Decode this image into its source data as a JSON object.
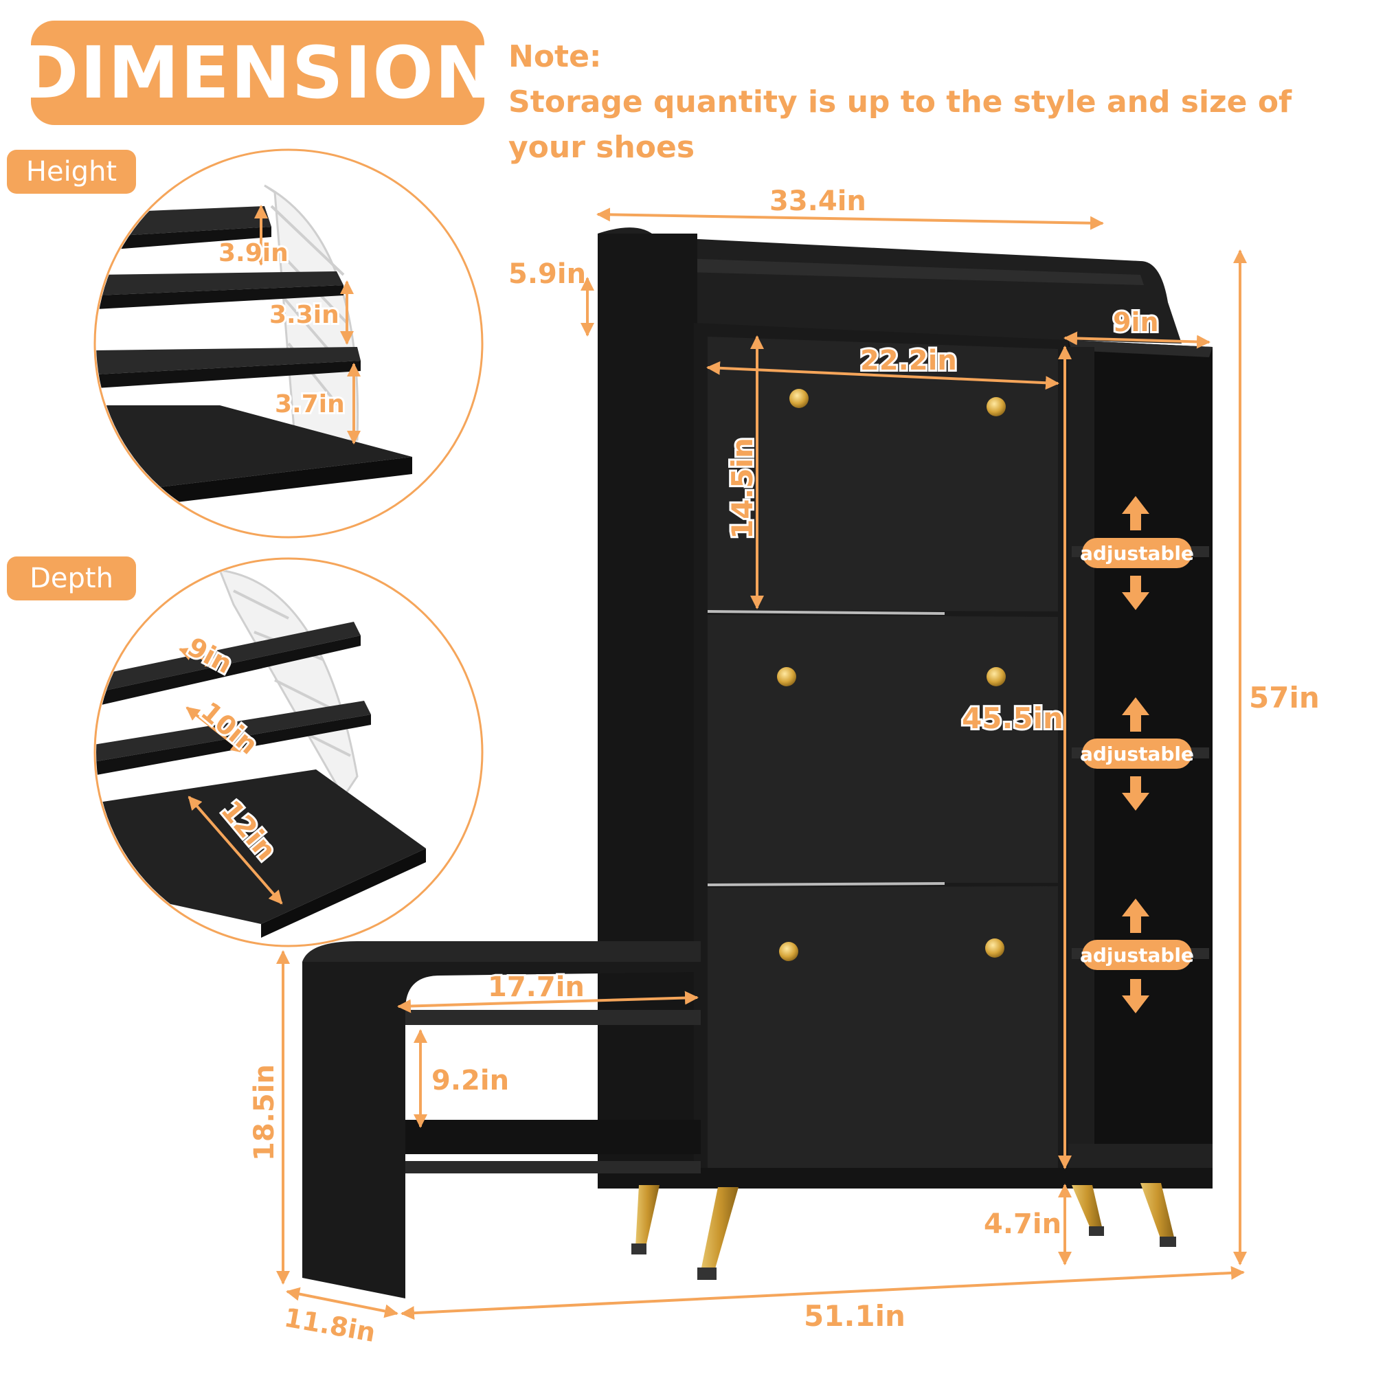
{
  "header": {
    "title": "DIMENSION",
    "note_label": "Note:",
    "note_text": "Storage quantity is up to the style and size of your shoes"
  },
  "detail_tags": {
    "height": "Height",
    "depth": "Depth"
  },
  "height_detail": {
    "top_gap": "3.9in",
    "middle_gap": "3.3in",
    "bottom_gap": "3.7in"
  },
  "depth_detail": {
    "top_shelf": "9in",
    "middle_shelf": "10in",
    "bottom_shelf": "12in"
  },
  "cabinet": {
    "overall_width": "33.4in",
    "top_rail_height": "5.9in",
    "side_shelf_depth": "9in",
    "flip_door_width": "22.2in",
    "flip_door_height": "14.5in",
    "cabinet_body_height": "45.5in",
    "overall_height": "57in",
    "leg_height": "4.7in",
    "adjustable_label": "adjustable"
  },
  "bench": {
    "seat_width": "17.7in",
    "shelf_gap": "9.2in",
    "height": "18.5in",
    "depth": "11.8in"
  },
  "overall": {
    "total_width": "51.1in"
  },
  "colors": {
    "accent": "#f5a55a",
    "furniture": "#1c1c1c",
    "gold": "#c9962e"
  }
}
